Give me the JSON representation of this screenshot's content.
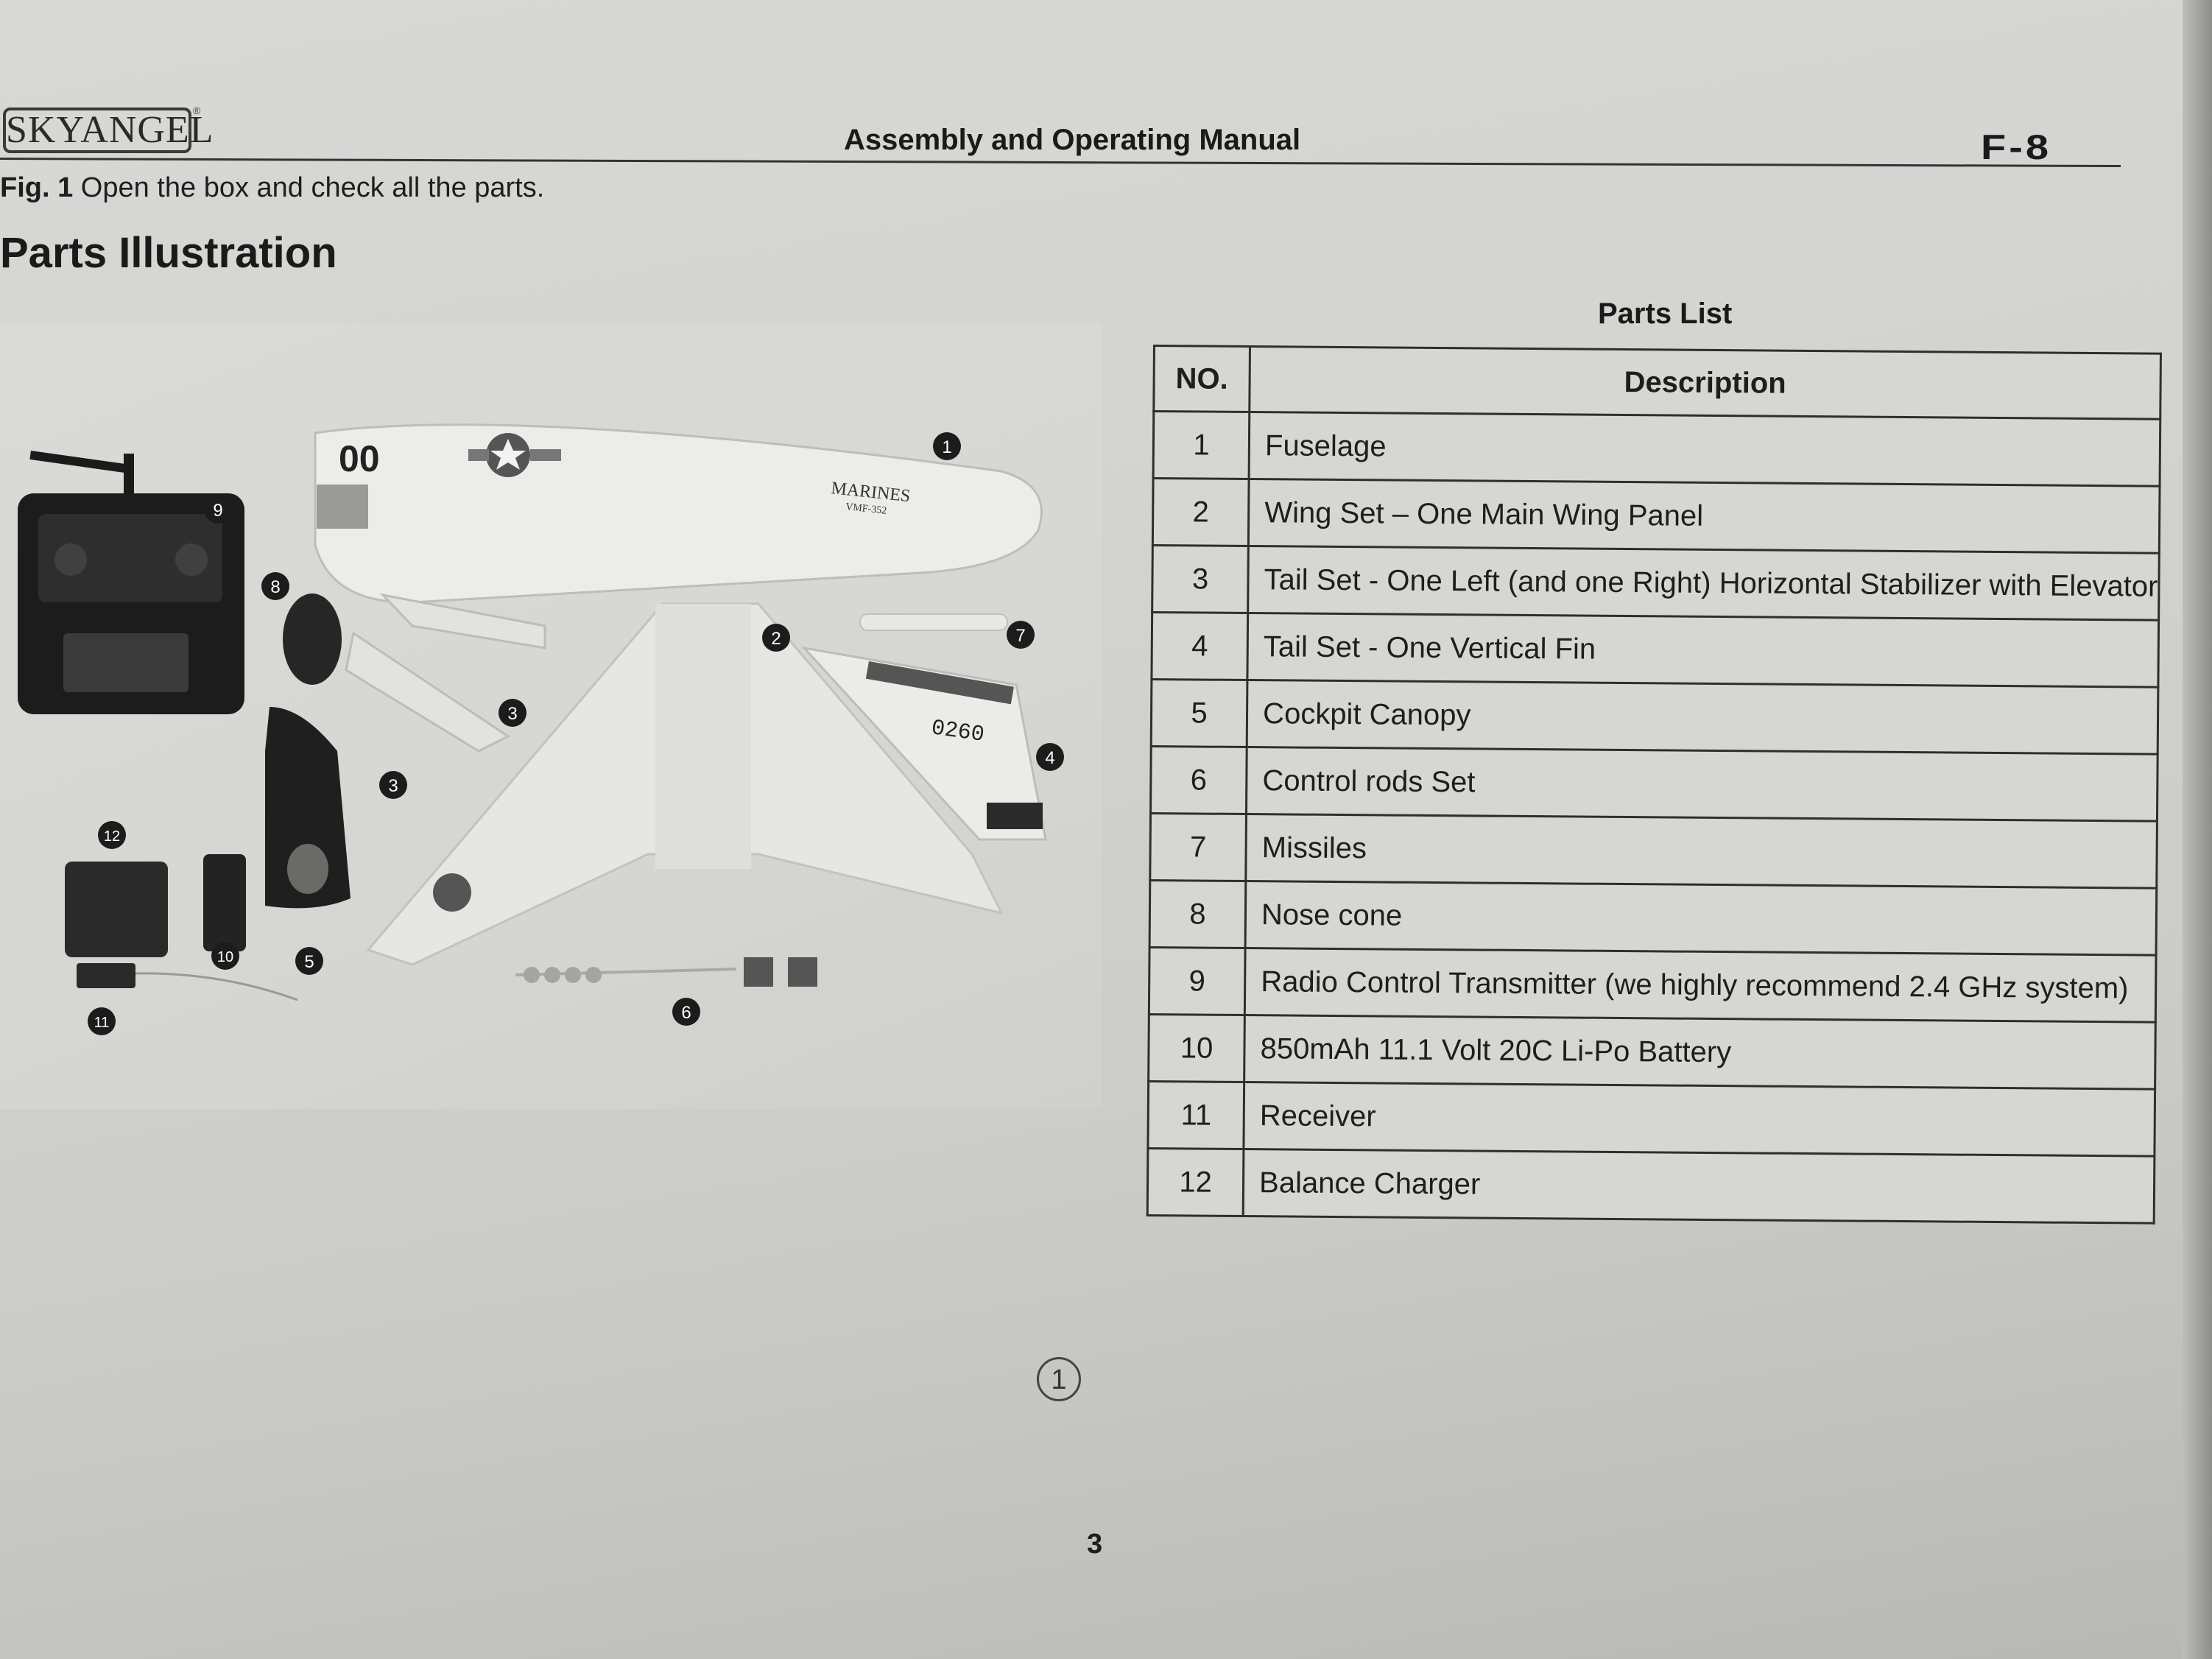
{
  "header": {
    "logo": "SKYANGEL",
    "trademark": "®",
    "title": "Assembly and Operating Manual",
    "model": "F-8"
  },
  "figure": {
    "label": "Fig. 1",
    "caption": " Open the box and check all the parts.",
    "section_title": "Parts Illustration",
    "figure_number": "1",
    "callouts": [
      "1",
      "2",
      "3",
      "3",
      "4",
      "5",
      "6",
      "7",
      "8",
      "9",
      "10",
      "11",
      "12"
    ],
    "markings": {
      "side_number": "00",
      "fuselage_text": "MARINES",
      "fuselage_subtext": "VMF-352",
      "fin_number": "0260"
    }
  },
  "parts_list": {
    "title": "Parts List",
    "headers": {
      "no": "NO.",
      "description": "Description"
    },
    "rows": [
      {
        "no": "1",
        "description": "Fuselage"
      },
      {
        "no": "2",
        "description": "Wing Set – One Main Wing Panel"
      },
      {
        "no": "3",
        "description": "Tail Set - One Left (and one Right) Horizontal Stabilizer with Elevator"
      },
      {
        "no": "4",
        "description": "Tail Set - One Vertical Fin"
      },
      {
        "no": "5",
        "description": "Cockpit Canopy"
      },
      {
        "no": "6",
        "description": "Control rods Set"
      },
      {
        "no": "7",
        "description": "Missiles"
      },
      {
        "no": "8",
        "description": "Nose cone"
      },
      {
        "no": "9",
        "description": "Radio Control Transmitter (we highly recommend 2.4 GHz system)"
      },
      {
        "no": "10",
        "description": "850mAh 11.1 Volt 20C Li-Po Battery"
      },
      {
        "no": "11",
        "description": "Receiver"
      },
      {
        "no": "12",
        "description": "Balance Charger"
      }
    ]
  },
  "footer": {
    "page_number": "3"
  }
}
